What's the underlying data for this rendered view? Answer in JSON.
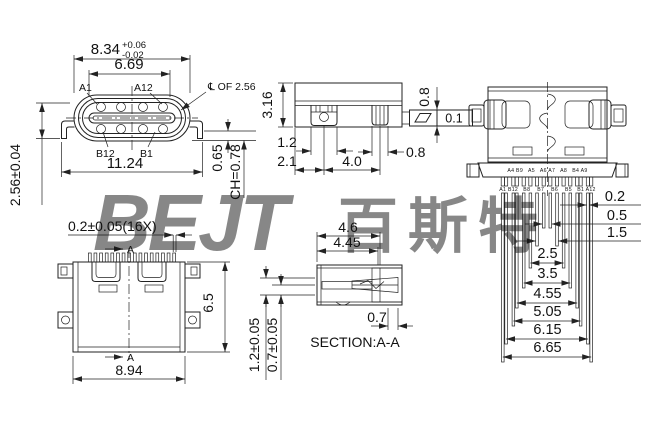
{
  "watermark": {
    "latin": "BEJT",
    "cjk": "百斯特"
  },
  "front_view": {
    "dim_width": "8.34",
    "tol_plus": "+0.06",
    "tol_minus": "-0.02",
    "dim_inner_width": "6.69",
    "pin_a1": "A1",
    "pin_a12": "A12",
    "centerline_note": "℄ OF 2.56",
    "pin_b12": "B12",
    "pin_b1": "B1",
    "dim_total_width": "11.24",
    "dim_standoff": "0.65",
    "dim_chamfer": "CH=0.78",
    "dim_height": "2.56±0.04"
  },
  "side_view": {
    "dim_height": "3.16",
    "dim_tab_height": "0.8",
    "dim_leg_width": "1.2",
    "dim_leg_offset": "2.1",
    "dim_leg_pitch": "4.0",
    "dim_rear_leg_width": "0.8",
    "gdt_value": "0.1"
  },
  "rear_view": {
    "pins_top": "A4 B9   A5   A6 A7   A8   B4 A9",
    "pins_bottom": "A1 B12   B8    B7    B6    B5   B1 A12",
    "chain": [
      "0.2",
      "0.5",
      "1.5",
      "2.5",
      "3.5",
      "4.55",
      "5.05",
      "6.15",
      "6.65"
    ]
  },
  "top_view": {
    "dim_pin_width": "0.2±0.05(16X)",
    "marker_a_top": "A",
    "marker_a_bottom": "A",
    "dim_body_height": "6.5",
    "dim_body_width": "8.94"
  },
  "section_view": {
    "dim_outer": "4.6",
    "dim_inner": "4.45",
    "dim_tail": "0.7",
    "dim_h_total": "1.2±0.05",
    "dim_h_tongue": "0.7±0.05",
    "title": "SECTION:A-A"
  }
}
